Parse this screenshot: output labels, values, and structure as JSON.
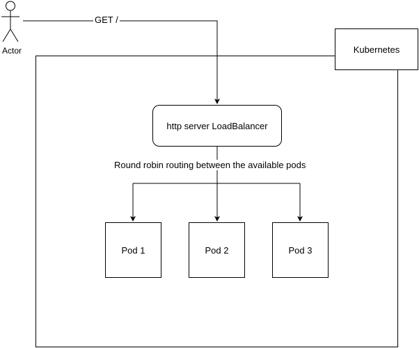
{
  "diagram": {
    "actor": {
      "label": "Actor"
    },
    "request": {
      "label": "GET /"
    },
    "cluster": {
      "label": "Kubernetes"
    },
    "load_balancer": {
      "label": "http server LoadBalancer"
    },
    "routing": {
      "label": "Round robin routing between the available pods"
    },
    "pods": [
      {
        "label": "Pod 1"
      },
      {
        "label": "Pod 2"
      },
      {
        "label": "Pod 3"
      }
    ]
  }
}
